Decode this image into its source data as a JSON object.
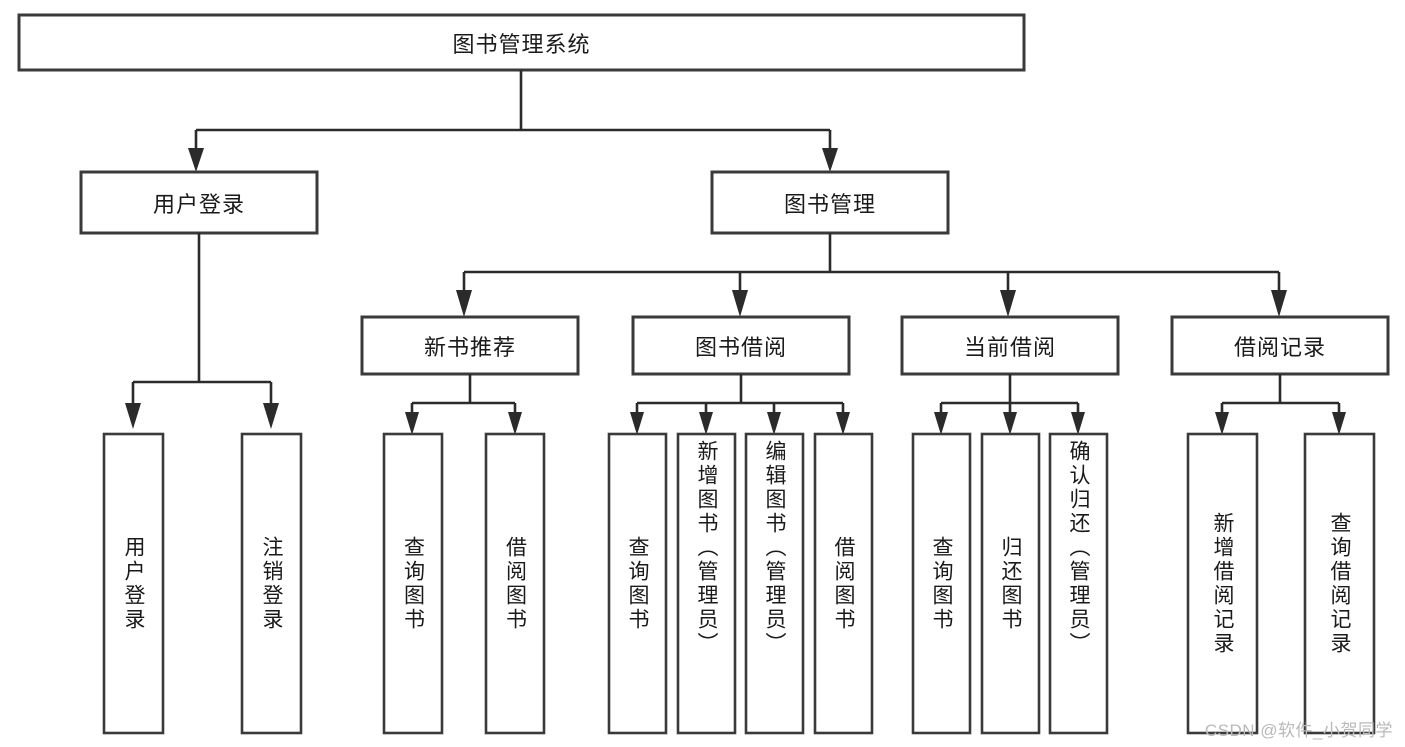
{
  "diagram": {
    "type": "hierarchy-tree",
    "title": "图书管理系统",
    "watermark": "CSDN @软件_小贺同学",
    "colors": {
      "background": "#ffffff",
      "box_fill": "#ffffff",
      "box_stroke": "#3a3a3a",
      "line": "#2b2b2b",
      "text": "#1a1a1a",
      "watermark": "#b9b9b9"
    },
    "levels": {
      "root": {
        "label": "图书管理系统"
      },
      "level2": [
        {
          "label": "用户登录"
        },
        {
          "label": "图书管理"
        }
      ],
      "level3": [
        {
          "label": "新书推荐"
        },
        {
          "label": "图书借阅"
        },
        {
          "label": "当前借阅"
        },
        {
          "label": "借阅记录"
        }
      ],
      "leaves_user_login": [
        {
          "label": "用户登录"
        },
        {
          "label": "注销登录"
        }
      ],
      "leaves_new_books": [
        {
          "label": "查询图书"
        },
        {
          "label": "借阅图书"
        }
      ],
      "leaves_borrow": [
        {
          "label": "查询图书"
        },
        {
          "label": "新增图书（管理员）"
        },
        {
          "label": "编辑图书（管理员）"
        },
        {
          "label": "借阅图书"
        }
      ],
      "leaves_current": [
        {
          "label": "查询图书"
        },
        {
          "label": "归还图书"
        },
        {
          "label": "确认归还（管理员）"
        }
      ],
      "leaves_records": [
        {
          "label": "新增借阅记录"
        },
        {
          "label": "查询借阅记录"
        }
      ]
    }
  }
}
